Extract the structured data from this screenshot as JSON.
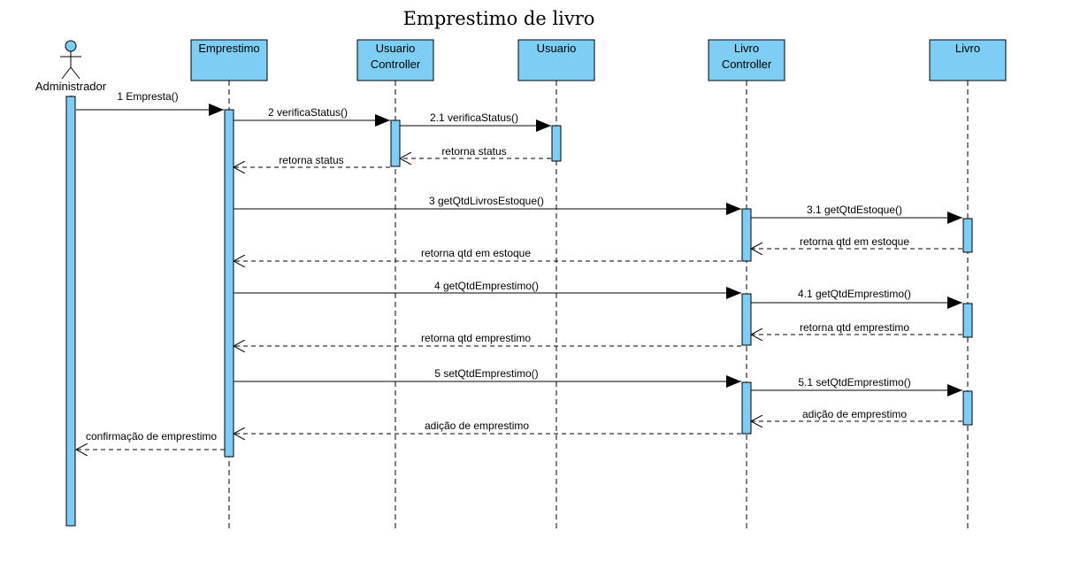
{
  "title": "Emprestimo de livro",
  "colors": {
    "box_fill": "#7ecdf4",
    "box_stroke": "#000000",
    "line": "#000000",
    "background": "#ffffff"
  },
  "actor": {
    "name": "Administrador",
    "icon": "stick-figure-icon"
  },
  "participants": [
    {
      "id": "emprestimo",
      "lines": [
        "Emprestimo"
      ]
    },
    {
      "id": "usuario-controller",
      "lines": [
        "Usuario",
        "Controller"
      ]
    },
    {
      "id": "usuario",
      "lines": [
        "Usuario"
      ]
    },
    {
      "id": "livro-controller",
      "lines": [
        "Livro",
        "Controller"
      ]
    },
    {
      "id": "livro",
      "lines": [
        "Livro"
      ]
    }
  ],
  "messages": [
    {
      "from": "administrador",
      "to": "emprestimo",
      "kind": "call",
      "label": "1 Empresta()"
    },
    {
      "from": "emprestimo",
      "to": "usuario-controller",
      "kind": "call",
      "label": "2 verificaStatus()"
    },
    {
      "from": "usuario-controller",
      "to": "usuario",
      "kind": "call",
      "label": "2.1 verificaStatus()"
    },
    {
      "from": "usuario",
      "to": "usuario-controller",
      "kind": "return",
      "label": "retorna status"
    },
    {
      "from": "usuario-controller",
      "to": "emprestimo",
      "kind": "return",
      "label": "retorna status"
    },
    {
      "from": "emprestimo",
      "to": "livro-controller",
      "kind": "call",
      "label": "3 getQtdLivrosEstoque()"
    },
    {
      "from": "livro-controller",
      "to": "livro",
      "kind": "call",
      "label": "3.1 getQtdEstoque()"
    },
    {
      "from": "livro",
      "to": "livro-controller",
      "kind": "return",
      "label": "retorna qtd em estoque"
    },
    {
      "from": "livro-controller",
      "to": "emprestimo",
      "kind": "return",
      "label": "retorna qtd em estoque"
    },
    {
      "from": "emprestimo",
      "to": "livro-controller",
      "kind": "call",
      "label": "4 getQtdEmprestimo()"
    },
    {
      "from": "livro-controller",
      "to": "livro",
      "kind": "call",
      "label": "4.1 getQtdEmprestimo()"
    },
    {
      "from": "livro",
      "to": "livro-controller",
      "kind": "return",
      "label": "retorna qtd emprestimo"
    },
    {
      "from": "livro-controller",
      "to": "emprestimo",
      "kind": "return",
      "label": "retorna qtd emprestimo"
    },
    {
      "from": "emprestimo",
      "to": "livro-controller",
      "kind": "call",
      "label": "5 setQtdEmprestimo()"
    },
    {
      "from": "livro-controller",
      "to": "livro",
      "kind": "call",
      "label": "5.1 setQtdEmprestimo()"
    },
    {
      "from": "livro",
      "to": "livro-controller",
      "kind": "return",
      "label": "adição de emprestimo"
    },
    {
      "from": "livro-controller",
      "to": "emprestimo",
      "kind": "return",
      "label": "adição de emprestimo"
    },
    {
      "from": "emprestimo",
      "to": "administrador",
      "kind": "return",
      "label": "confirmação de emprestimo"
    }
  ]
}
